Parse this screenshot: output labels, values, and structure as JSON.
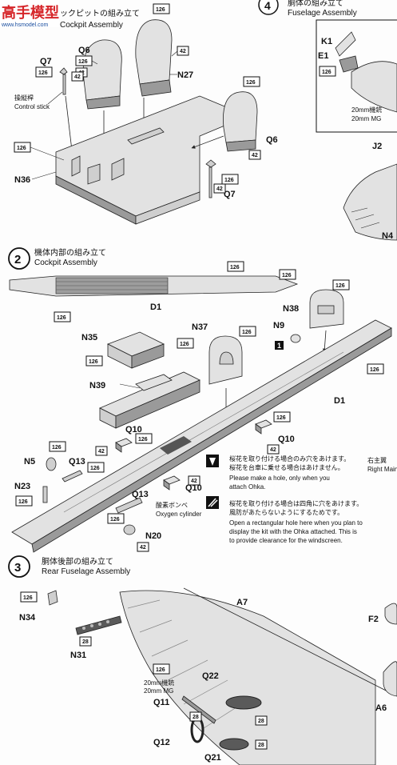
{
  "watermark": {
    "text": "高手模型",
    "sub": "www.hsmodel.com"
  },
  "step1": {
    "title_jp": "ックピットの組み立て",
    "title_en": "Cockpit Assembly"
  },
  "step2": {
    "number": "2",
    "title_jp": "機体内部の組み立て",
    "title_en": "Cockpit Assembly"
  },
  "step3": {
    "number": "3",
    "title_jp": "胴体後部の組み立て",
    "title_en": "Rear Fuselage Assembly"
  },
  "step4": {
    "number": "4",
    "title_jp": "胴体の組み立て",
    "title_en": "Fuselage Assembly"
  },
  "parts": {
    "q6": "Q6",
    "q6b": "Q6",
    "n27": "N27",
    "q7": "Q7",
    "q7b": "Q7",
    "n36": "N36",
    "k1": "K1",
    "e1": "E1",
    "j2": "J2",
    "n4": "N4",
    "d1": "D1",
    "d1b": "D1",
    "n38": "N38",
    "n9": "N9",
    "n35": "N35",
    "n37": "N37",
    "n39": "N39",
    "q10": "Q10",
    "q10b": "Q10",
    "q10c": "Q10",
    "n5": "N5",
    "q13": "Q13",
    "q13b": "Q13",
    "n23": "N23",
    "n20": "N20",
    "n34": "N34",
    "a7": "A7",
    "n31": "N31",
    "q22": "Q22",
    "q11": "Q11",
    "q12": "Q12",
    "q21": "Q21",
    "f2": "F2",
    "a6": "A6"
  },
  "notes": {
    "control_stick_jp": "操縦桿",
    "control_stick_en": "Control stick",
    "mg_jp": "20mm機銃",
    "mg_en": "20mm MG",
    "mg3_jp": "20mm機銃",
    "mg3_en": "20mm MG",
    "oxygen_jp": "酸素ボンベ",
    "oxygen_en": "Oxygen cylinder",
    "ohka_jp_1": "桜花を取り付ける場合のみ穴をあけます。",
    "ohka_jp_2": "桜花を台車に乗せる場合はあけません。",
    "ohka_en_1": "Please make a hole, only when you",
    "ohka_en_2": "attach Ohka.",
    "rect_jp_1": "桜花を取り付ける場合は四角に穴をあけます。",
    "rect_jp_2": "風防があたらないようにするためです。",
    "rect_en_1": "Open a rectangular hole here when you plan to",
    "rect_en_2": "display the kit with the Ohka attached. This is",
    "rect_en_3": "to provide clearance for the windscreen.",
    "right_jp": "右主翼",
    "right_en": "Right Main",
    "marker_1": "1"
  },
  "paint_codes": {
    "c126": "126",
    "c42": "42",
    "c28": "28"
  },
  "colors": {
    "badge_fill": "#ffffff",
    "part_gray": "#cfcfcf",
    "watermark_red": "#d6262a",
    "watermark_blue": "#1b4fa0"
  }
}
